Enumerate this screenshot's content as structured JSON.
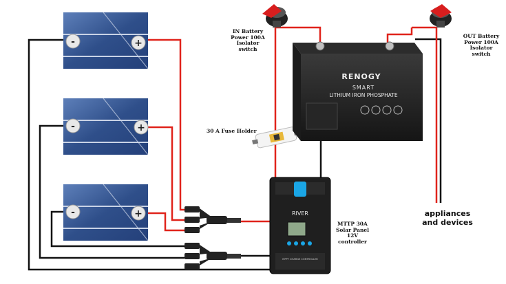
{
  "labels": {
    "in_switch": "IN Battery Power 100A Isolator switch",
    "out_switch": "OUT Battery Power 100A Isolator switch",
    "fuse_holder": "30 A Fuse Holder",
    "appliances": "appliances and devices",
    "controller": "MTTP 30A Solar Panel 12V controller"
  },
  "battery": {
    "brand": "RENOGY",
    "line1": "SMART",
    "line2": "LITHIUM IRON PHOSPHATE"
  },
  "controller_device": {
    "model": "RIVER",
    "footer": "MPPT CHARGE CONTROLLER"
  },
  "panels": [
    {
      "neg": "-",
      "pos": "+"
    },
    {
      "neg": "-",
      "pos": "+"
    },
    {
      "neg": "-",
      "pos": "+"
    }
  ],
  "colors": {
    "positive_wire": "#e0231b",
    "negative_wire": "#111111",
    "panel_blue": "#2f4f8a",
    "switch_red": "#d81e1e",
    "controller_accent": "#1aa6e6"
  }
}
